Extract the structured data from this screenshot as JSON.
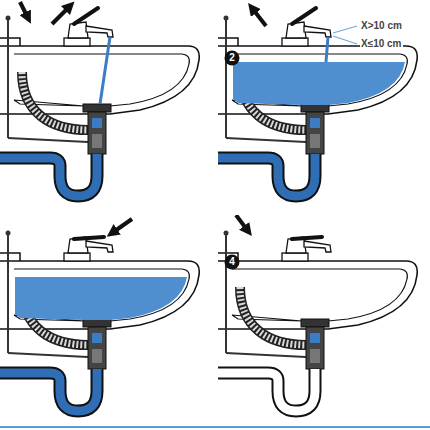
{
  "diagram": {
    "labels": [
      "2",
      "X>10 cm",
      "X≤10 cm",
      "4"
    ]
  }
}
